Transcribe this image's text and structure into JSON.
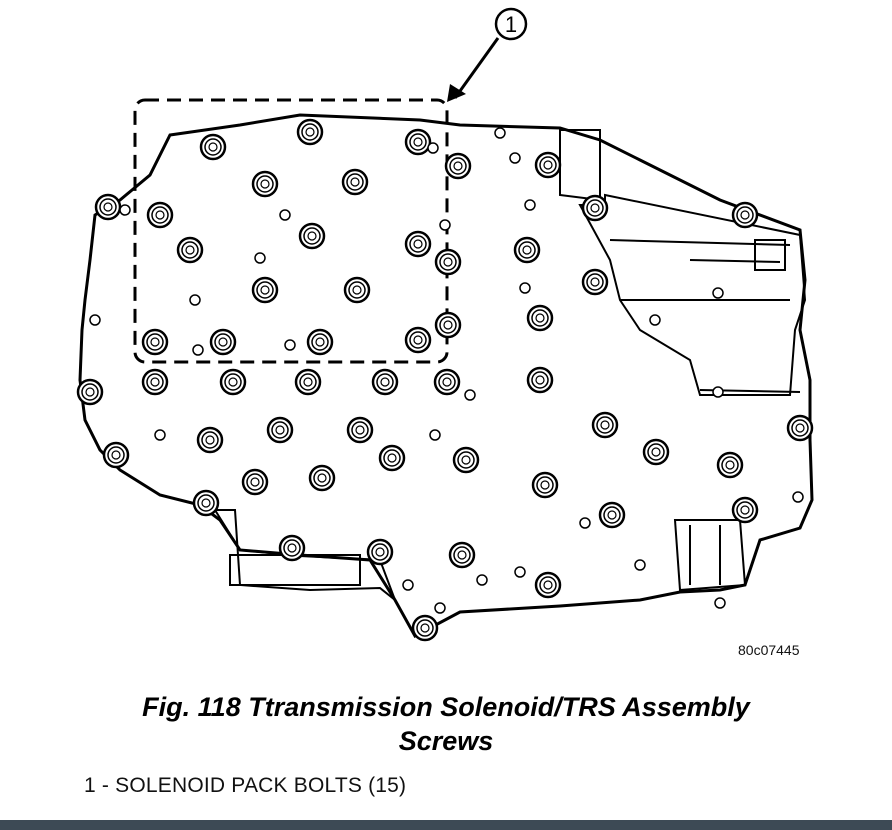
{
  "callout": {
    "number": "1"
  },
  "figure_code": "80c07445",
  "caption": {
    "line1": "Fig. 118 Ttransmission Solenoid/TRS Assembly",
    "line2": "Screws"
  },
  "legend": [
    {
      "text": "1 - SOLENOID PACK BOLTS (15)"
    }
  ],
  "colors": {
    "ink": "#000000",
    "bottom_bar": "#3d4a55"
  }
}
